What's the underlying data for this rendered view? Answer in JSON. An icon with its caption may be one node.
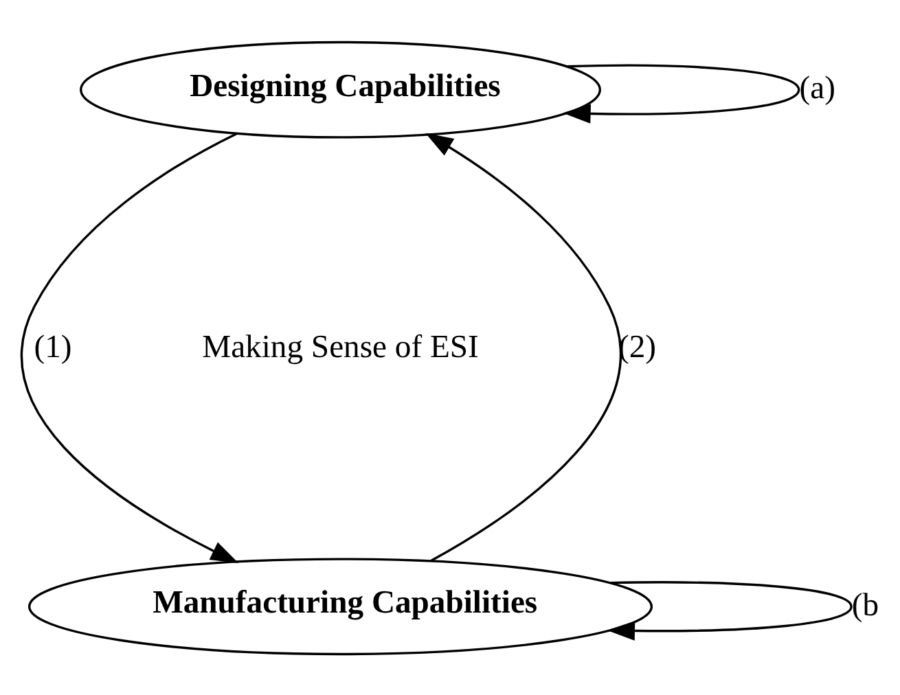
{
  "diagram": {
    "nodes": [
      {
        "text": [
          "Designing Capabilities"
        ]
      },
      {
        "text": [
          "Manufacturing Capabilities"
        ]
      }
    ],
    "edges": [
      {
        "from": 0,
        "to": 0,
        "arrow": "to",
        "label": "(a)"
      },
      {
        "from": 0,
        "to": 1,
        "arrow": "to",
        "label": "(1)"
      },
      {
        "from": 1,
        "to": 0,
        "arrow": "to",
        "label": "(2)"
      },
      {
        "from": 1,
        "to": 1,
        "arrow": "to",
        "label": "(b"
      }
    ],
    "labels": [
      "Making Sense of ESI"
    ]
  }
}
